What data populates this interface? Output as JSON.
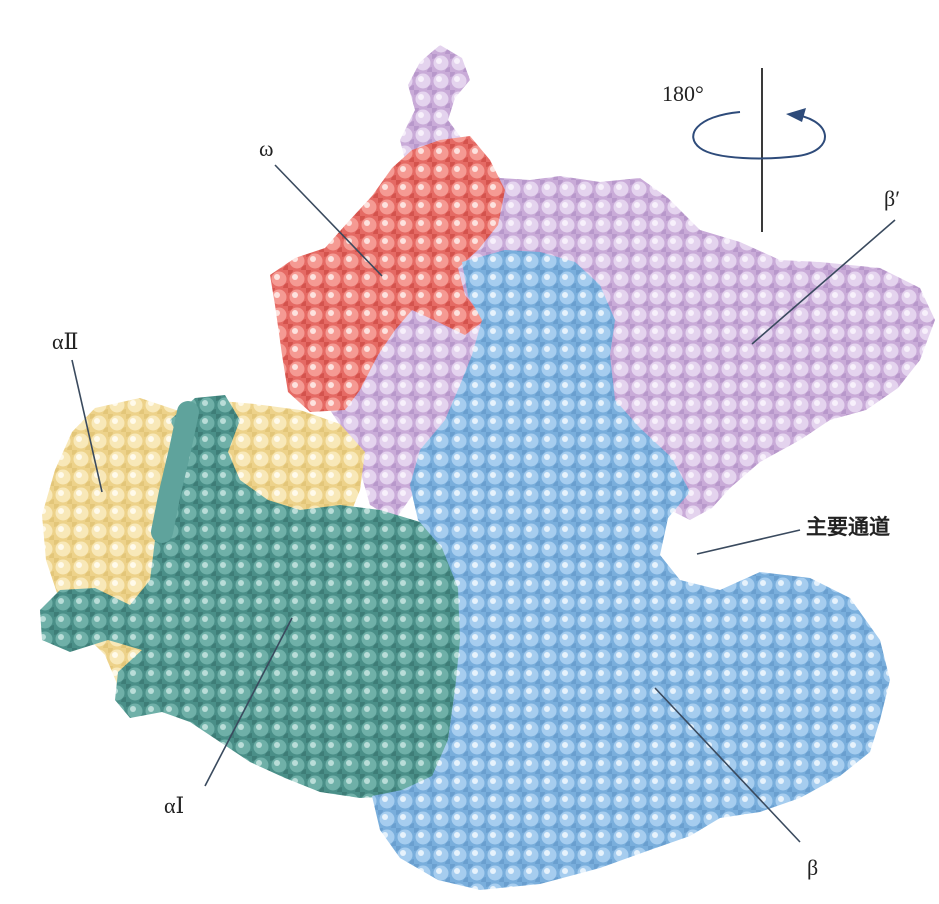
{
  "labels": {
    "omega": "ω",
    "beta_prime": "β′",
    "alpha_two": "αⅡ",
    "alpha_one": "αⅠ",
    "beta": "β",
    "main_channel": "主要通道",
    "rotation": "180°"
  },
  "colors": {
    "omega": "#ee7f78",
    "beta_prime": "#c9abd8",
    "alpha_two": "#f3dc9a",
    "alpha_one": "#5fa39c",
    "beta": "#8ebfe8",
    "leader_line": "#3a4a5e",
    "rotation_arrow": "#2e4b7a"
  },
  "icons": {
    "rotation": "rotation-arrow-icon"
  }
}
